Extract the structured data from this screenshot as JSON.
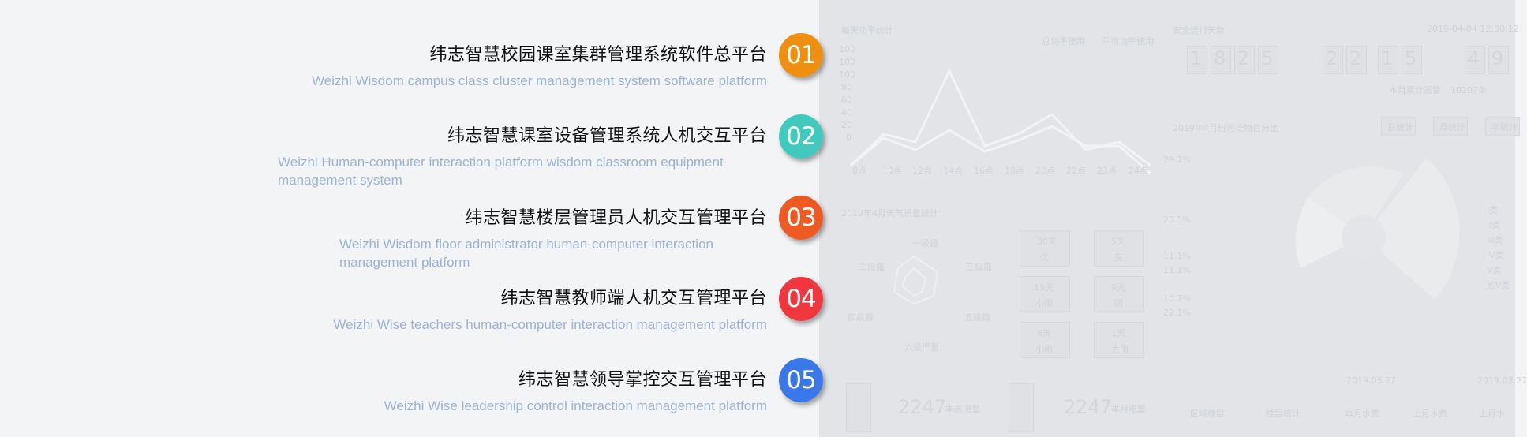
{
  "items": [
    {
      "num": "01",
      "color": "#ee8f10",
      "title": "纬志智慧校园课室集群管理系统软件总平台",
      "subtitle": "Weizhi Wisdom campus class cluster management system software platform"
    },
    {
      "num": "02",
      "color": "#3fcabd",
      "title": "纬志智慧课室设备管理系统人机交互平台",
      "subtitle": "Weizhi Human-computer interaction platform wisdom classroom equipment management system"
    },
    {
      "num": "03",
      "color": "#ee5a24",
      "title": "纬志智慧楼层管理员人机交互管理平台",
      "subtitle": "Weizhi Wisdom floor administrator human-computer interaction management platform"
    },
    {
      "num": "04",
      "color": "#f0373f",
      "title": "纬志智慧教师端人机交互管理平台",
      "subtitle": "Weizhi Wise teachers human-computer interaction management platform"
    },
    {
      "num": "05",
      "color": "#3a78ea",
      "title": "纬志智慧领导掌控交互管理平台",
      "subtitle": "Weizhi Wise leadership control interaction management platform"
    }
  ],
  "background": {
    "chart_title": "每天功率统计",
    "legend": [
      "总功率使用",
      "平均功率使用"
    ],
    "y_ticks": [
      "100",
      "100",
      "100",
      "80",
      "60",
      "40",
      "20",
      "0"
    ],
    "x_ticks": [
      "8点",
      "10点",
      "12点",
      "14点",
      "16点",
      "18点",
      "20点",
      "22点",
      "23点",
      "24点"
    ],
    "safe_title": "安全运行天数",
    "date": "2019-04-04  12:30:12",
    "digits": [
      "1",
      "8",
      "2",
      "5",
      "2",
      "2",
      "1",
      "5",
      "4",
      "9"
    ],
    "month_title": "2019年4月天气质量统计",
    "weather_title": "2019年4月份污染物百分比",
    "percents": [
      "29.1%",
      "23.5%",
      "11.1%",
      "11.1%",
      "10.7%",
      "22.1%"
    ],
    "pollutant_legend": [
      "I类",
      "II类",
      "III类",
      "IV类",
      "V类",
      "劣V类"
    ],
    "buttons": [
      "日统计",
      "月统计",
      "年统计"
    ],
    "weather_cells": [
      "30天",
      "优",
      "5天",
      "良",
      "13天",
      "小雨",
      "9天",
      "阴",
      "6天",
      "小雨",
      "1天",
      "大雨"
    ],
    "radar_labels": [
      "一级霾",
      "二级霾",
      "三级霾",
      "四级霾",
      "五级霾",
      "六级严重"
    ],
    "stats": [
      "2247",
      "2247"
    ],
    "stat_labels": [
      "本周电量",
      "本月电量"
    ],
    "date_labels": [
      "2019.03.27",
      "2019.03.27"
    ],
    "table_head": [
      "区域楼层",
      "楼层统计",
      "本月水费",
      "上月水费",
      "上月水"
    ],
    "total_label": "本月累计报警",
    "alarm_label": "10207条"
  }
}
